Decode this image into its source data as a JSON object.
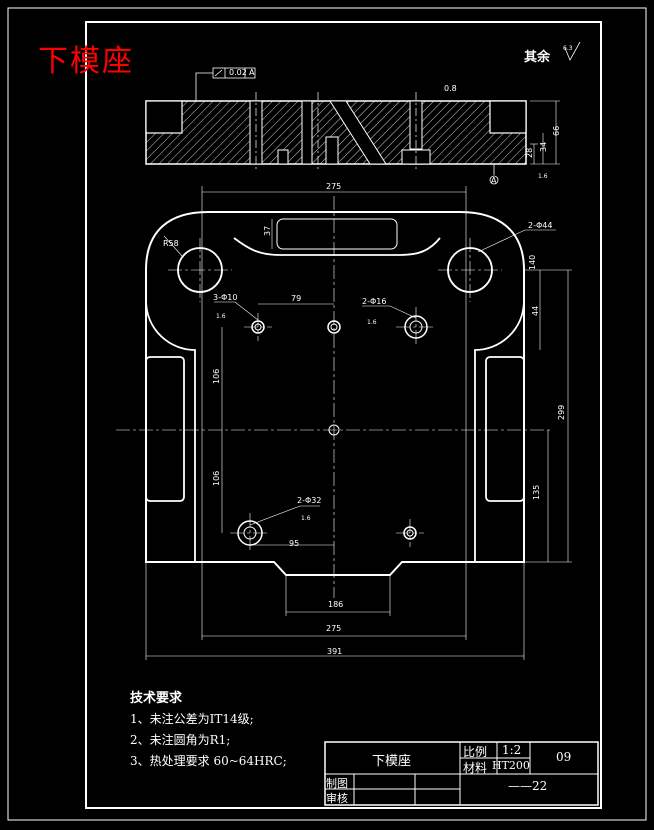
{
  "title": "下模座",
  "roughness_note": "其余",
  "roughness_value": "6.3",
  "tech": {
    "heading": "技术要求",
    "items": [
      "1、未注公差为IT14级;",
      "2、未注圆角为R1;",
      "3、热处理要求 60~64HRC;"
    ]
  },
  "title_block": {
    "part_name": "下模座",
    "scale_label": "比例",
    "scale_value": "1:2",
    "material_label": "材料",
    "material_value": "HT200",
    "drawing_no": "09",
    "draw_label": "制图",
    "check_label": "审核",
    "sheet": "——22"
  },
  "dims": {
    "flatness": "0.02",
    "datum": "A",
    "datum_mark": "A",
    "top_r": "0.8",
    "d66": "66",
    "d34": "34",
    "d28": "28",
    "top_w": "275",
    "r58": "R58",
    "d37": "37",
    "hole4": "2-Φ44",
    "d140": "140",
    "hole10": "3-Φ10",
    "d79": "79",
    "hole16": "2-Φ16",
    "d44": "44",
    "d106a": "106",
    "d106b": "106",
    "d299": "299",
    "d135": "135",
    "hole32": "2-Φ32",
    "d95": "95",
    "d186": "186",
    "d275": "275",
    "d391": "391",
    "r16a": "1.6",
    "r16b": "1.6",
    "r16c": "1.6",
    "r16d": "1.6"
  },
  "colors": {
    "line": "#ffffff",
    "accent": "#ff0000"
  }
}
